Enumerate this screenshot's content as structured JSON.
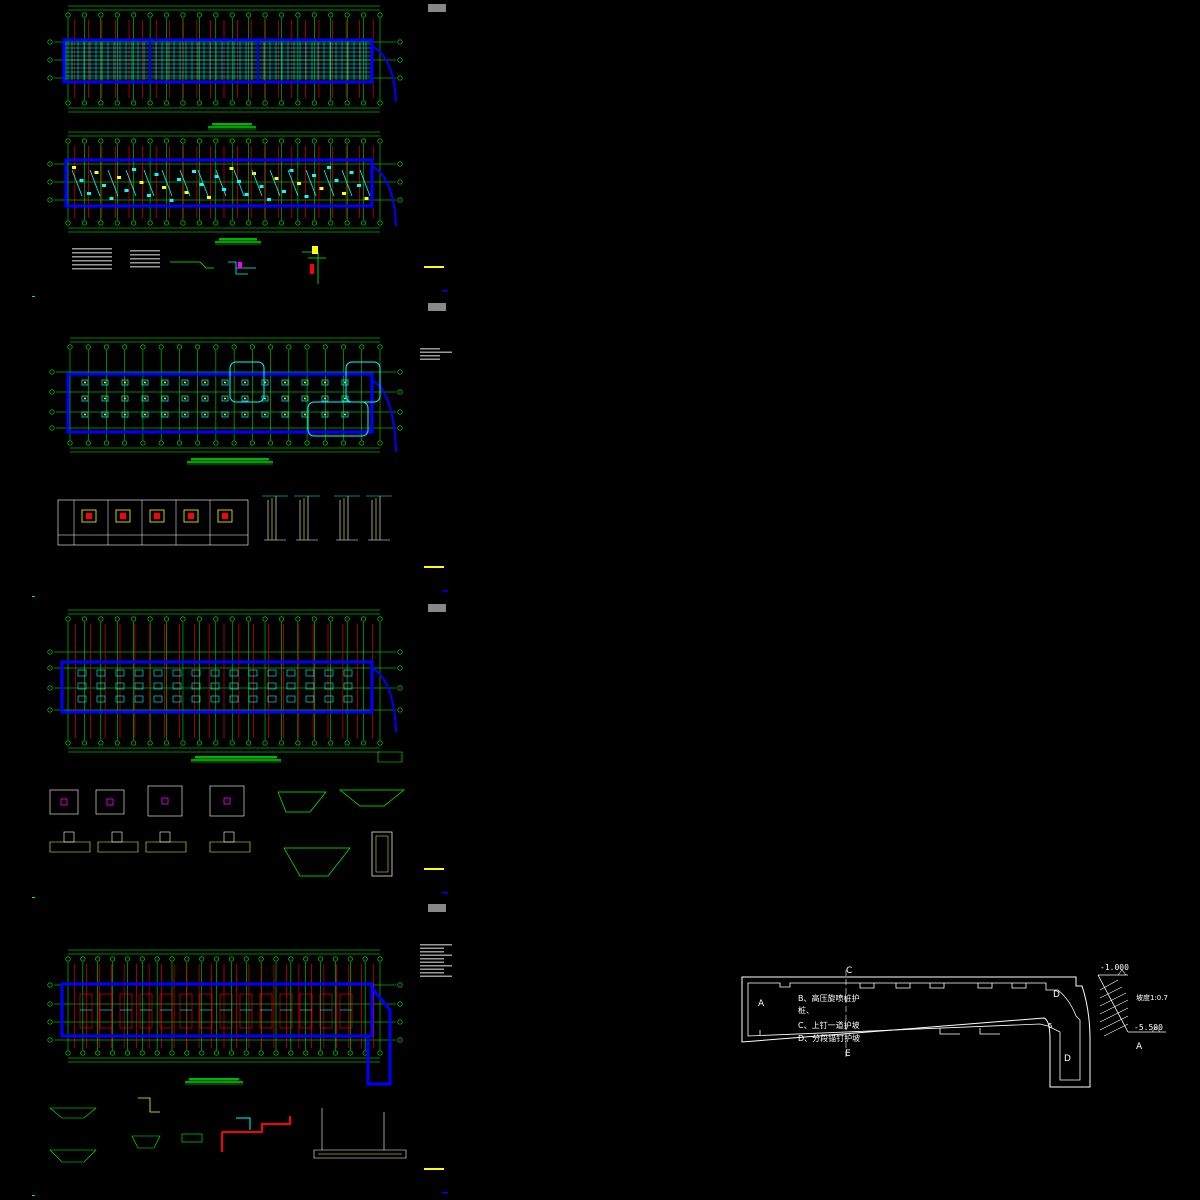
{
  "drawing": {
    "background": "#000000",
    "colors": {
      "grid": "#00ff00",
      "structure": "#0000ff",
      "accent_cyan": "#00ffff",
      "accent_red": "#ff0000",
      "accent_yellow": "#ffff00",
      "accent_magenta": "#ff00ff",
      "text": "#ffffff",
      "title_tab": "#888888"
    },
    "sheets": [
      {
        "id": "sheet-1",
        "description_icon": "plan-sheet-icon"
      },
      {
        "id": "sheet-2",
        "description_icon": "plan-sheet-icon"
      },
      {
        "id": "sheet-3",
        "description_icon": "plan-sheet-icon"
      },
      {
        "id": "sheet-4",
        "description_icon": "plan-sheet-icon"
      }
    ],
    "key_plan": {
      "labels": {
        "a": "A",
        "b": "B",
        "c": "C",
        "d_top": "D",
        "d_bottom": "D",
        "five": "5",
        "section_a": "A"
      },
      "notes": [
        "B、高压旋喷桩护",
        "桩、",
        "C、上钉一道护坡",
        "D、分段锚钉护坡"
      ],
      "elevation": {
        "top": "-1.000",
        "bottom": "-5.500",
        "slope_label": "坡度1:0.7"
      }
    }
  }
}
